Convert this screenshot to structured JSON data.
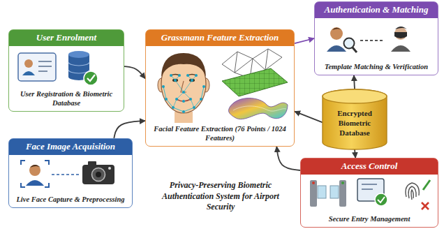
{
  "diagram": {
    "caption": "Privacy-Preserving Biometric Authentication System for Airport Security",
    "nodes": [
      {
        "text": [
          "User Enrolment",
          "User Registration & Biometric Database"
        ]
      },
      {
        "text": [
          "Grassmann Feature Extraction",
          "Facial Feature Extraction (76 Points / 1024 Features)"
        ]
      },
      {
        "text": [
          "Authentication & Matching",
          "Template Matching & Verification"
        ]
      },
      {
        "text": [
          "Encrypted Biometric Database"
        ]
      },
      {
        "text": [
          "Face Image Acquisition",
          "Live Face Capture & Preprocessing"
        ]
      },
      {
        "text": [
          "Access Control",
          "Secure Entry Management"
        ]
      }
    ],
    "edges": [
      {
        "from": 0,
        "to": 1,
        "arrow": "to"
      },
      {
        "from": 4,
        "to": 1,
        "arrow": "to"
      },
      {
        "from": 1,
        "to": 2,
        "arrow": "to"
      },
      {
        "from": 3,
        "to": 1,
        "arrow": "to"
      },
      {
        "from": 3,
        "to": 2,
        "arrow": "to"
      },
      {
        "from": 3,
        "to": 5,
        "arrow": "to"
      },
      {
        "from": 5,
        "to": 1,
        "arrow": "to"
      }
    ]
  }
}
